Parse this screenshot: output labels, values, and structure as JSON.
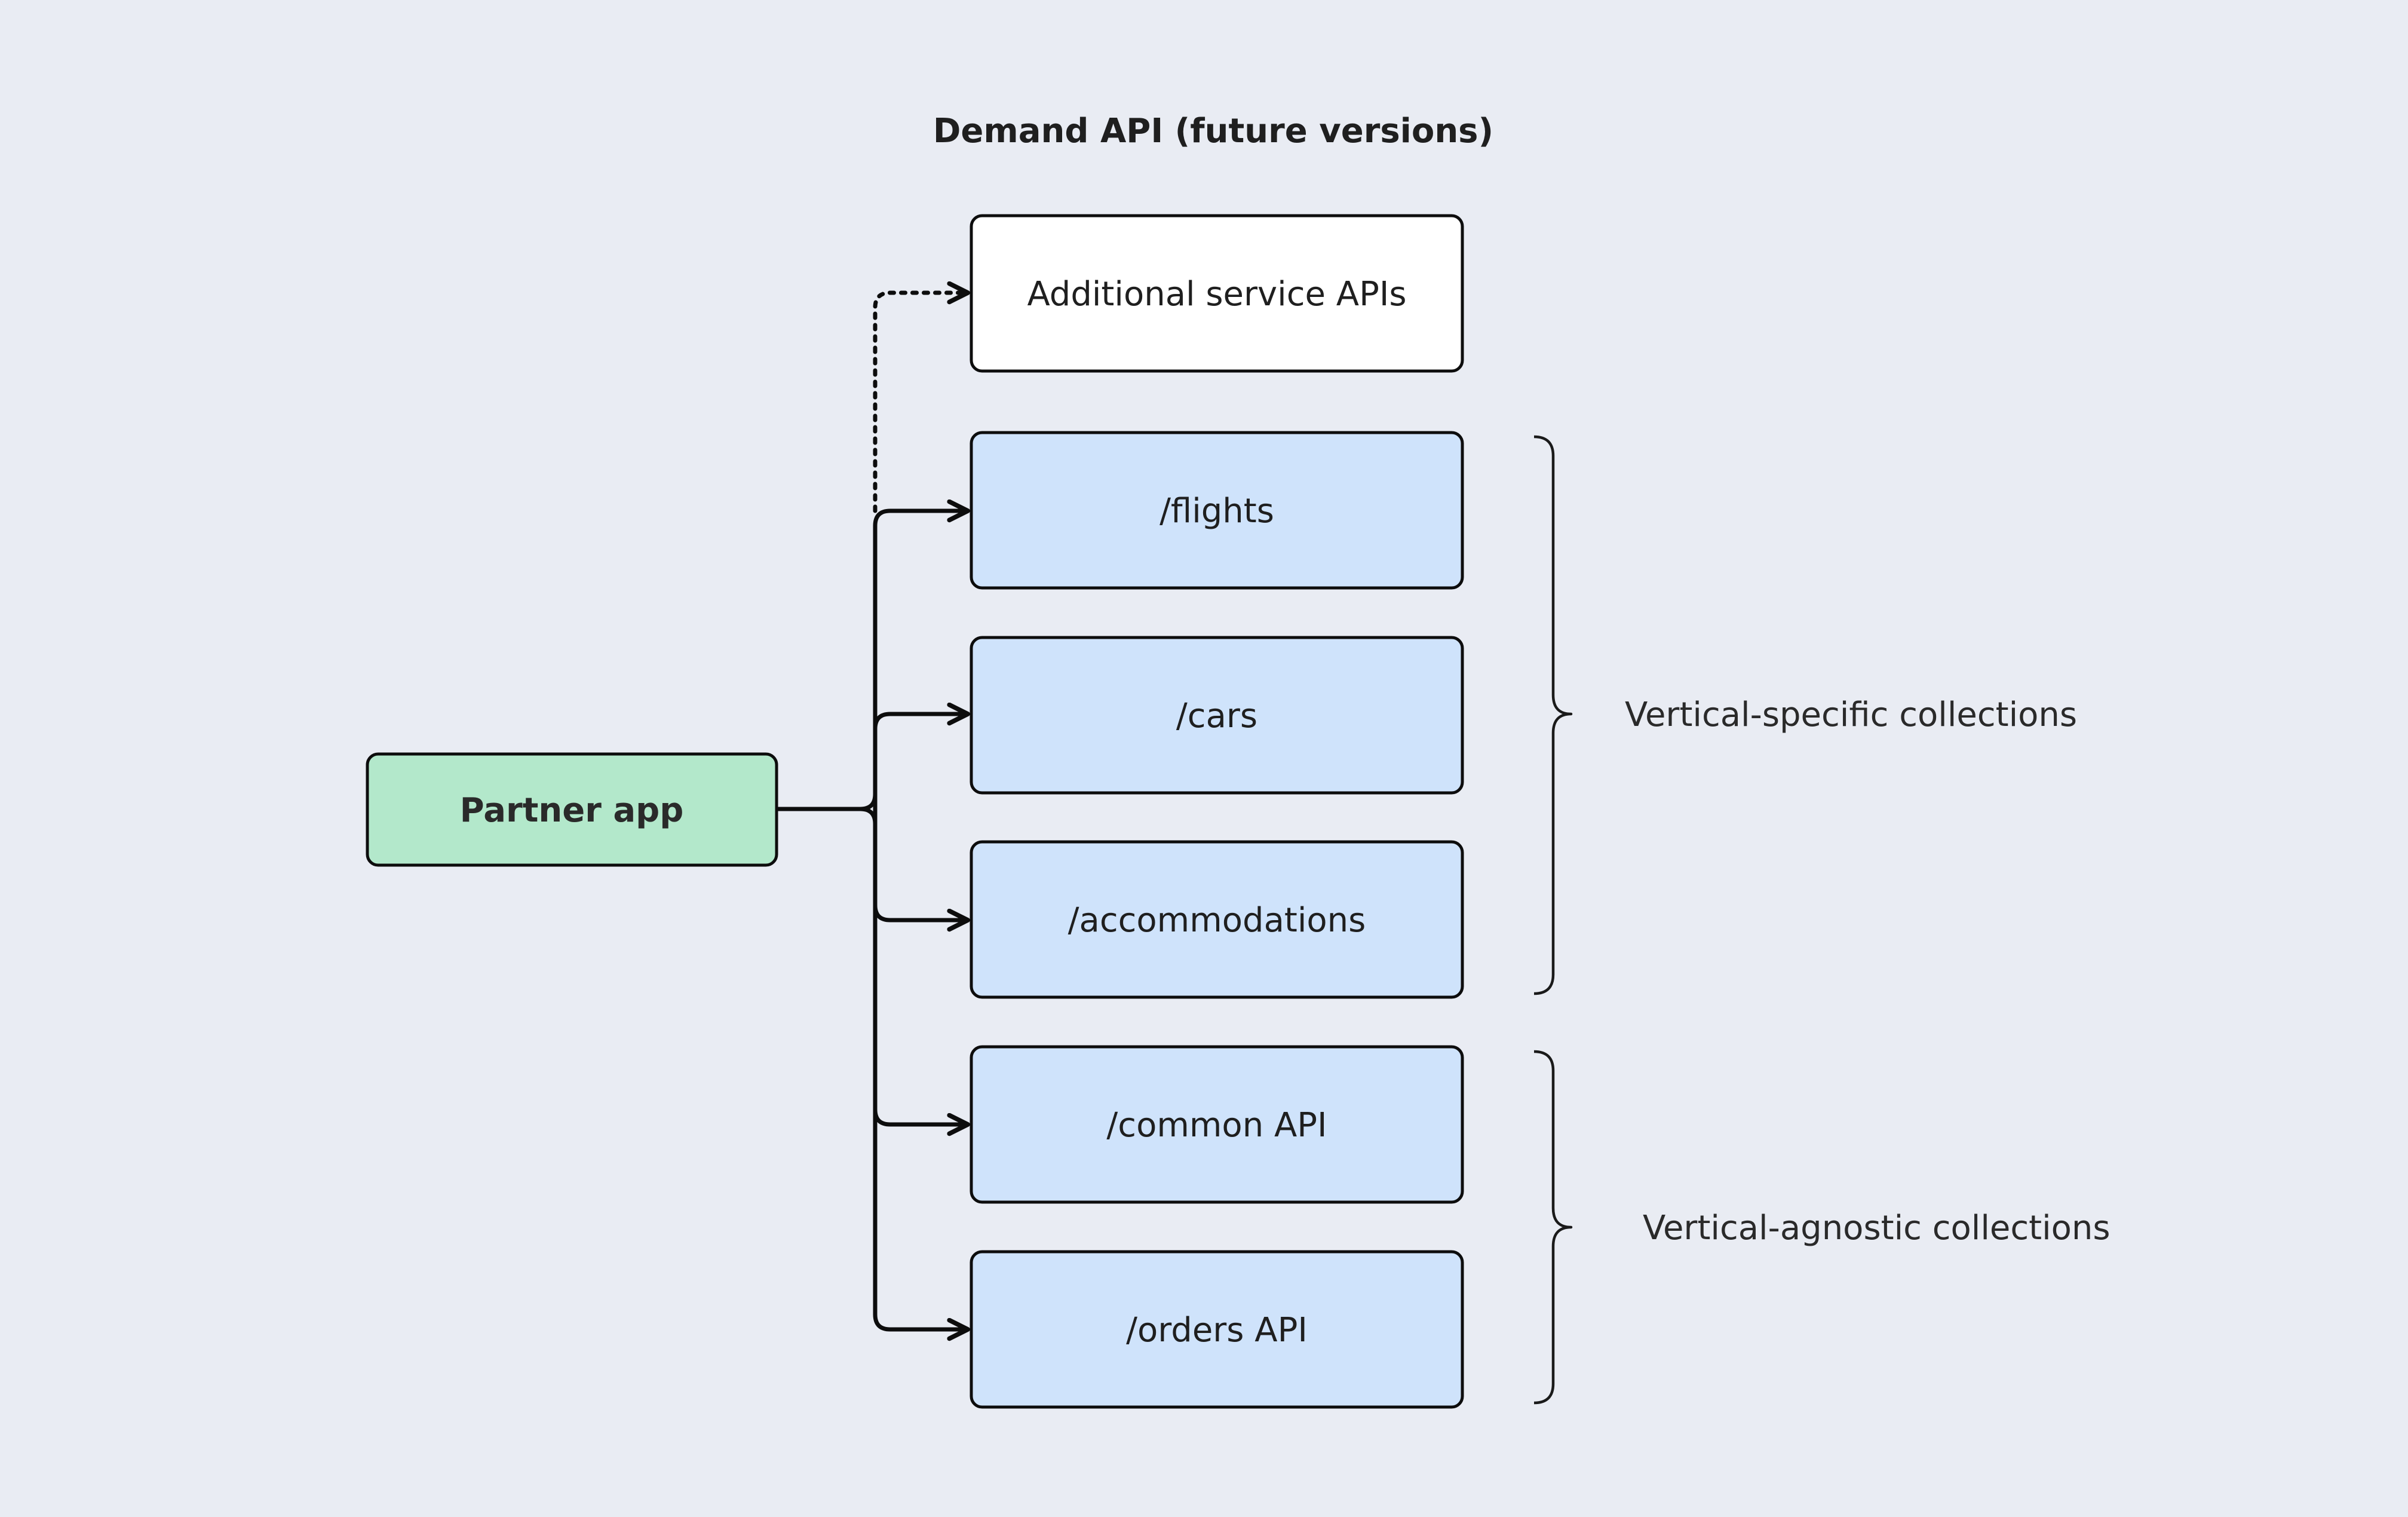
{
  "title": "Demand API (future versions)",
  "source": {
    "label": "Partner app",
    "color": "#b3e8cb"
  },
  "nodes": [
    {
      "id": "additional",
      "label": "Additional service APIs",
      "color": "#ffffff",
      "connector": "dotted"
    },
    {
      "id": "flights",
      "label": "/flights",
      "color": "#cfe3fb",
      "connector": "solid"
    },
    {
      "id": "cars",
      "label": "/cars",
      "color": "#cfe3fb",
      "connector": "solid"
    },
    {
      "id": "accommodations",
      "label": "/accommodations",
      "color": "#cfe3fb",
      "connector": "solid"
    },
    {
      "id": "common",
      "label": "/common API",
      "color": "#cfe3fb",
      "connector": "solid"
    },
    {
      "id": "orders",
      "label": "/orders API",
      "color": "#cfe3fb",
      "connector": "solid"
    }
  ],
  "groups": [
    {
      "label": "Vertical-specific collections",
      "members": [
        "flights",
        "cars",
        "accommodations"
      ]
    },
    {
      "label": "Vertical-agnostic collections",
      "members": [
        "common",
        "orders"
      ]
    }
  ],
  "colors": {
    "background": "#e9ecf3",
    "stroke": "#0d0d0d"
  }
}
